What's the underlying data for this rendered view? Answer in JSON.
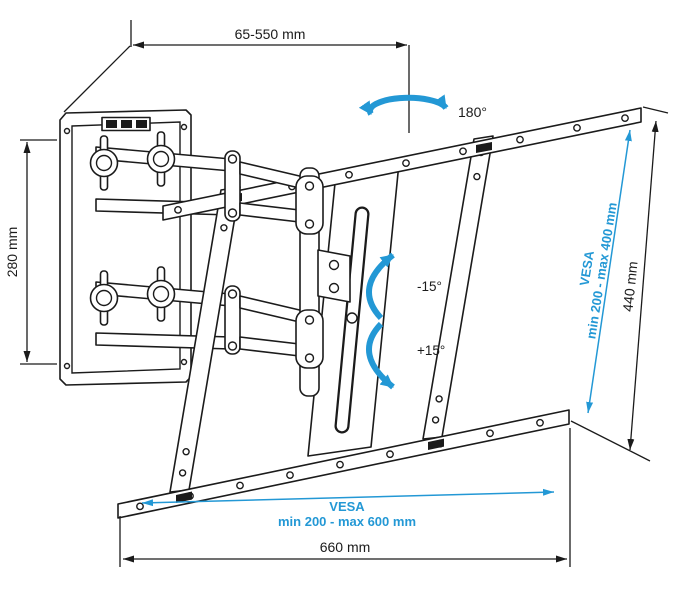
{
  "colors": {
    "ink": "#1b1b1b",
    "accent": "#2398d5",
    "background": "#ffffff"
  },
  "dims": {
    "arm_extension": "65-550 mm",
    "swivel_angle": "180°",
    "wall_plate_height": "280 mm",
    "tilt_minus": "-15°",
    "tilt_plus": "+15°",
    "vesa_vertical": {
      "label": "VESA",
      "range": "min 200 - max 400 mm"
    },
    "frame_height": "440 mm",
    "vesa_horizontal": {
      "label": "VESA",
      "range": "min 200 - max 600 mm"
    },
    "frame_width": "660 mm"
  }
}
